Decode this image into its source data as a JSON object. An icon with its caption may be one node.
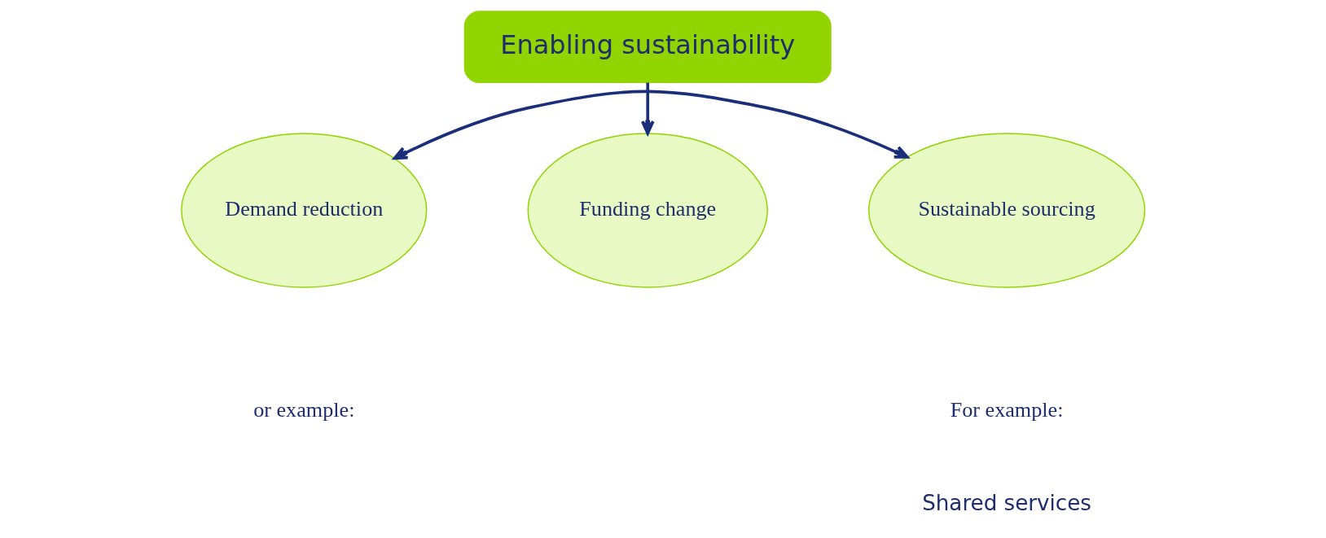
{
  "diagram": {
    "nodes": [
      {
        "text": [
          "Enabling sustainability"
        ]
      },
      {
        "text": [
          "Demand reduction"
        ]
      },
      {
        "text": [
          "Funding change"
        ]
      },
      {
        "text": [
          "Sustainable sourcing"
        ]
      }
    ],
    "edges": [
      {
        "from": 0,
        "to": 2,
        "arrow": "to"
      },
      {
        "from": 1,
        "to": 3,
        "arrow": "both"
      }
    ],
    "labels": [
      "or example:",
      "For example:",
      "Shared services"
    ]
  }
}
